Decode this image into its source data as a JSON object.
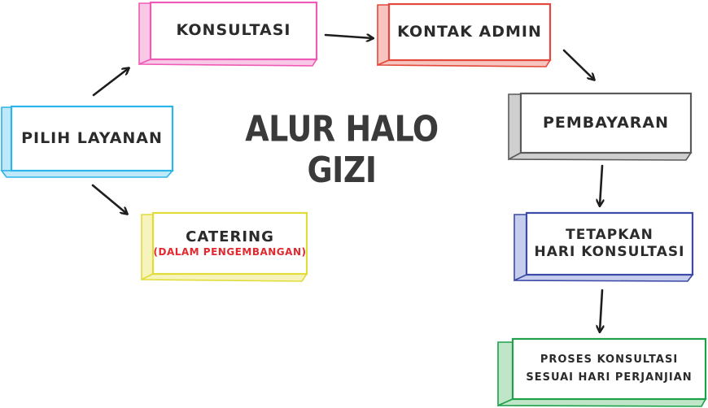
{
  "title": "ALUR HALO GIZI",
  "nodes": {
    "pilih_layanan": {
      "label": "PILIH LAYANAN",
      "color": "#2bb5e8"
    },
    "konsultasi": {
      "label": "KONSULTASI",
      "color": "#ee5bb6"
    },
    "kontak_admin": {
      "label": "KONTAK ADMIN",
      "color": "#e4483c"
    },
    "pembayaran": {
      "label": "PEMBAYARAN",
      "color": "#5a5a5a"
    },
    "tetapkan": {
      "line1": "TETAPKAN",
      "line2": "HARI KONSULTASI",
      "color": "#3a4aa6"
    },
    "proses": {
      "line1": "PROSES KONSULTASI",
      "line2": "SESUAI HARI PERJANJIAN",
      "color": "#1fa04a"
    },
    "catering": {
      "label": "CATERING",
      "note": "(DALAM PENGEMBANGAN)",
      "color": "#e2dc3a",
      "note_color": "#e0282e"
    }
  }
}
